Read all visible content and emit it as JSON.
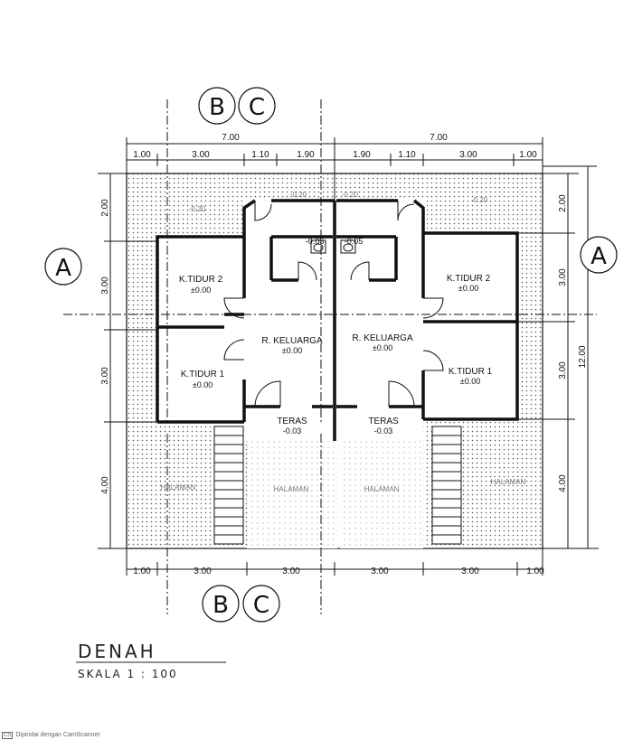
{
  "dimensions": {
    "top_total": [
      "7.00",
      "7.00"
    ],
    "top_segments": [
      "1.00",
      "3.00",
      "1.10",
      "1.90",
      "1.90",
      "1.10",
      "3.00",
      "1.00"
    ],
    "bottom_segments": [
      "1.00",
      "3.00",
      "3.00",
      "3.00",
      "3.00",
      "1.00"
    ],
    "left_segments": [
      "2.00",
      "3.00",
      "3.00",
      "4.00"
    ],
    "right_segments": [
      "2.00",
      "3.00",
      "3.00",
      "4.00"
    ],
    "right_total": "12.00"
  },
  "grid_labels": {
    "b": "B",
    "c": "C",
    "a": "A"
  },
  "rooms": {
    "left_bed2": "K.TIDUR 2",
    "left_bed1": "K.TIDUR 1",
    "left_family": "R. KELUARGA",
    "left_terrace": "TERAS",
    "right_bed2": "K.TIDUR 2",
    "right_bed1": "K.TIDUR 1",
    "right_family": "R. KELUARGA",
    "right_terrace": "TERAS",
    "yard_1": "HALAMAN",
    "yard_2": "HALAMAN",
    "yard_3": "HALAMAN",
    "yard_4": "HALAMAN"
  },
  "levels": {
    "room": "±0.00",
    "bath": "-0.05",
    "terrace": "-0.03",
    "outside": "-0.20"
  },
  "title": {
    "name": "DENAH",
    "scale": "SKALA 1 : 100"
  },
  "scanner": {
    "badge": "CS",
    "text": "Dipindai dengan CamScanner"
  }
}
